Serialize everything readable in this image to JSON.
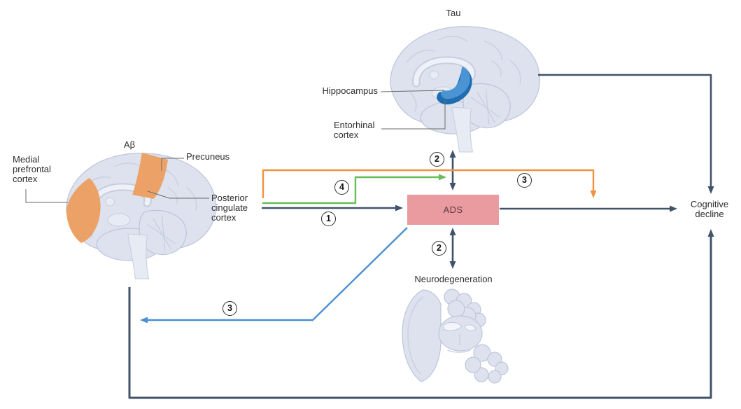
{
  "figure": {
    "tau_panel": {
      "title": "Tau",
      "labels": {
        "hippocampus": "Hippocampus",
        "entorhinal_cortex": "Entorhinal\ncortex"
      }
    },
    "abeta_panel": {
      "title": "Aβ",
      "labels": {
        "medial_prefrontal_cortex": "Medial\nprefrontal\ncortex",
        "precuneus": "Precuneus",
        "posterior_cingulate_cortex": "Posterior\ncingulate\ncortex"
      }
    },
    "nodes": {
      "ads": "ADS",
      "cognitive_decline": "Cognitive\ndecline",
      "neurodegeneration": "Neurodegeneration"
    },
    "path_markers": {
      "m1": "1",
      "m2_top": "2",
      "m2_bottom": "2",
      "m3_orange": "3",
      "m3_blue": "3",
      "m4": "4"
    },
    "colors": {
      "navy": "#41536a",
      "orange": "#f0923f",
      "green": "#67bd57",
      "blue": "#4a8fd3",
      "pointer": "#6b6b6b",
      "ads_box": "#e99ba0",
      "ads_text": "#5e3a40",
      "abeta_highlight": "#eca266",
      "tau_highlight": "#1f6cb0",
      "tau_highlight_light": "#4a94d4",
      "brain_fill": "#dde2ee",
      "brain_stroke": "#bdc6da"
    }
  }
}
